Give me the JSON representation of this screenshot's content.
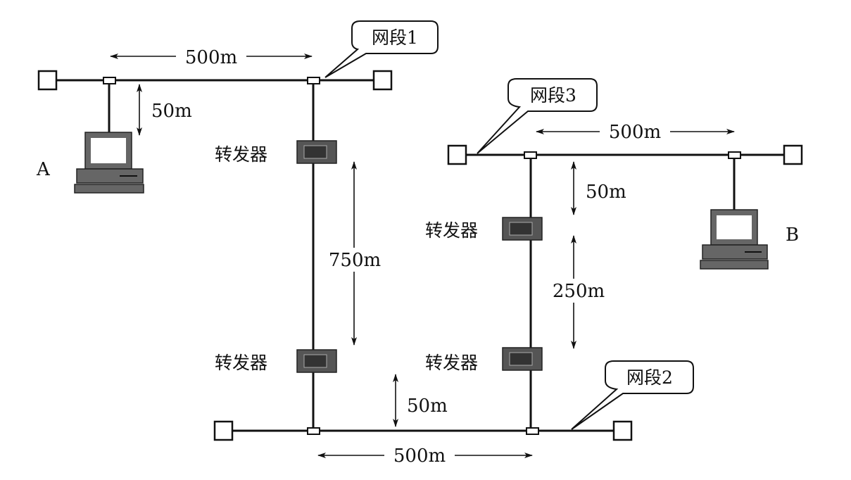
{
  "title": "Ethernet segments connected by repeaters",
  "segments": {
    "seg1": {
      "label": "网段1",
      "length": "500m"
    },
    "seg2": {
      "label": "网段2",
      "length": "500m"
    },
    "seg3": {
      "label": "网段3",
      "length": "500m"
    }
  },
  "hosts": {
    "a": "A",
    "b": "B"
  },
  "repeater_label": "转发器",
  "distances": {
    "a_drop": "50m",
    "seg1_to_seg2": "750m",
    "seg2_drop": "50m",
    "seg3_drop": "50m",
    "between_repeaters": "250m"
  }
}
